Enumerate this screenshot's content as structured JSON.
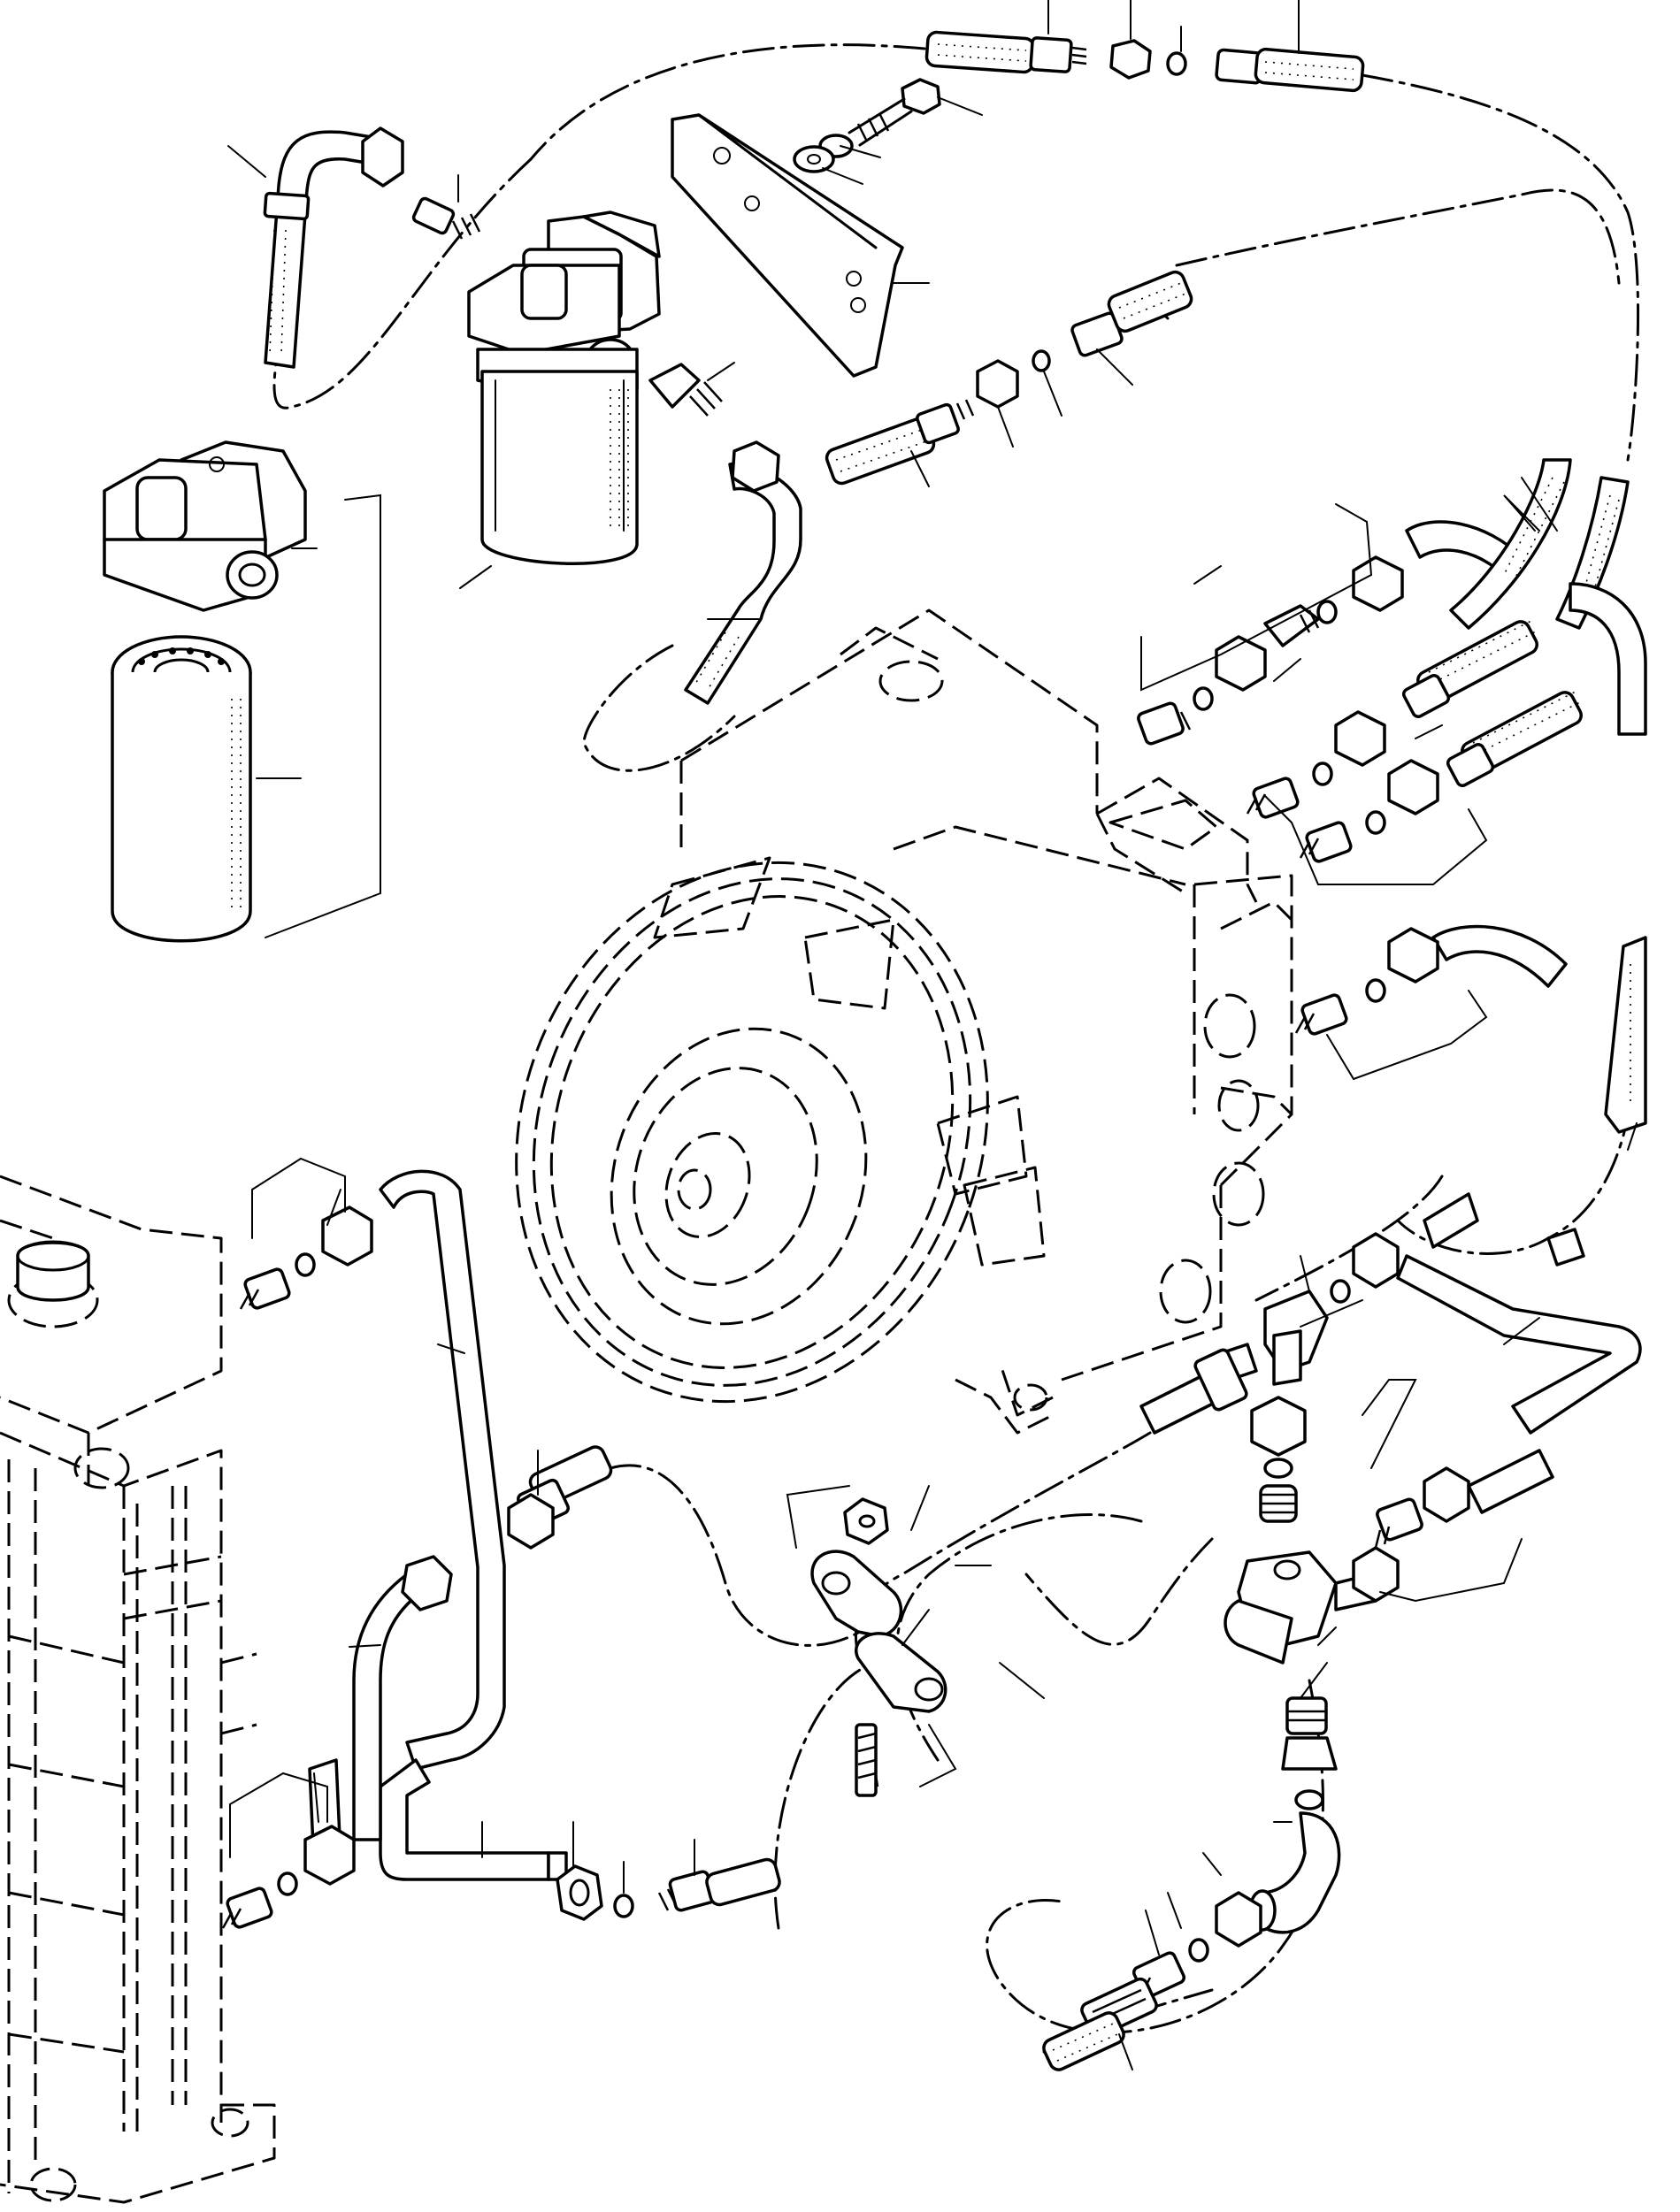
{
  "diagram": {
    "kind": "exploded parts diagram",
    "printed_text": [],
    "colors": {
      "ink": "#000000",
      "paper": "#ffffff"
    },
    "components": [
      "hose-top-upper",
      "nut-top",
      "bolt",
      "mounting-bracket",
      "filter-head",
      "filter-canister",
      "filter-head-spare",
      "filter-element",
      "transmission-housing",
      "pipe-bracket-left",
      "radiator",
      "hose-clamp",
      "tee-fitting",
      "elbow-fitting",
      "hose-right-outlets"
    ]
  }
}
